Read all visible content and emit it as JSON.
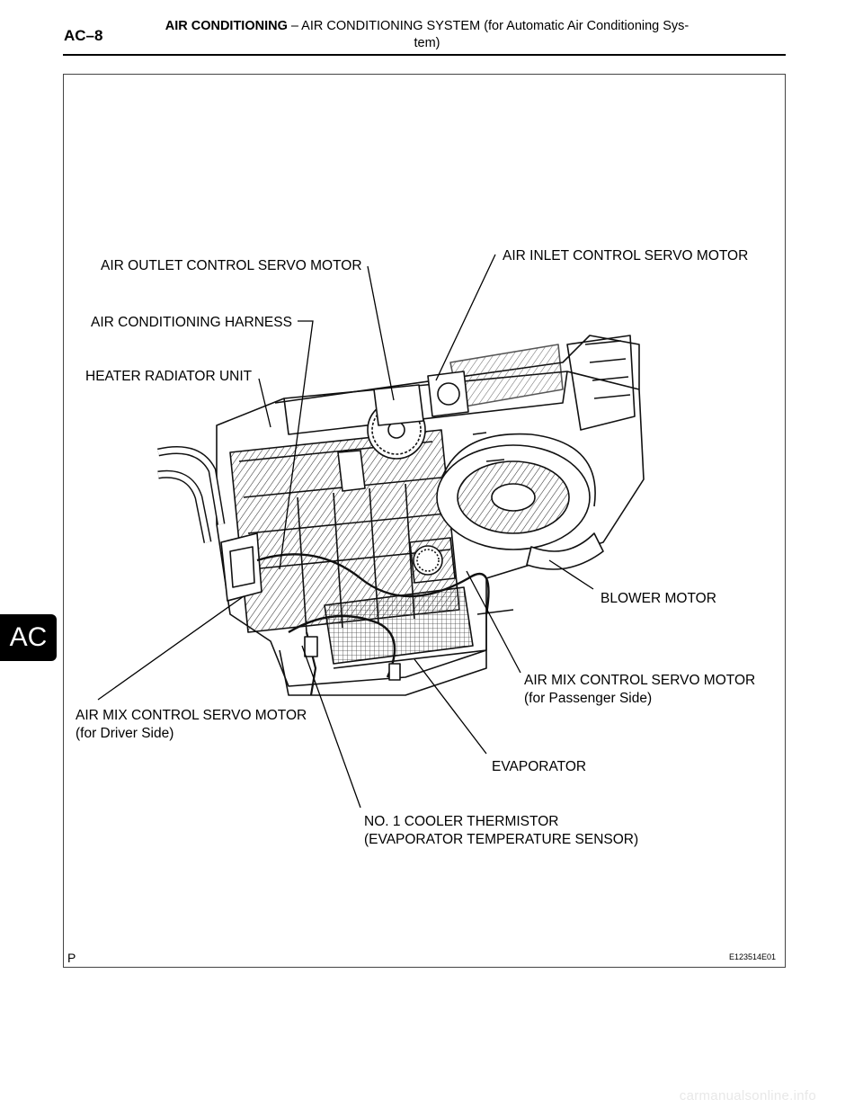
{
  "header": {
    "page_number": "AC–8",
    "section_bold": "AIR CONDITIONING",
    "section_rest": " – AIR CONDITIONING SYSTEM (for Automatic Air Conditioning Sys-",
    "section_line2": "tem)"
  },
  "side_tab": "AC",
  "figure": {
    "corner_letter": "P",
    "code": "E123514E01",
    "labels": {
      "air_outlet_servo": "AIR OUTLET CONTROL SERVO MOTOR",
      "air_inlet_servo": "AIR INLET CONTROL SERVO MOTOR",
      "ac_harness": "AIR CONDITIONING HARNESS",
      "heater_radiator": "HEATER RADIATOR UNIT",
      "blower_motor": "BLOWER MOTOR",
      "air_mix_passenger_1": "AIR MIX CONTROL SERVO MOTOR",
      "air_mix_passenger_2": "(for Passenger Side)",
      "air_mix_driver_1": "AIR MIX CONTROL SERVO MOTOR",
      "air_mix_driver_2": "(for Driver Side)",
      "evaporator": "EVAPORATOR",
      "thermistor_1": "NO. 1 COOLER THERMISTOR",
      "thermistor_2": "(EVAPORATOR TEMPERATURE SENSOR)"
    }
  },
  "footer": "carmanualsonline.info"
}
